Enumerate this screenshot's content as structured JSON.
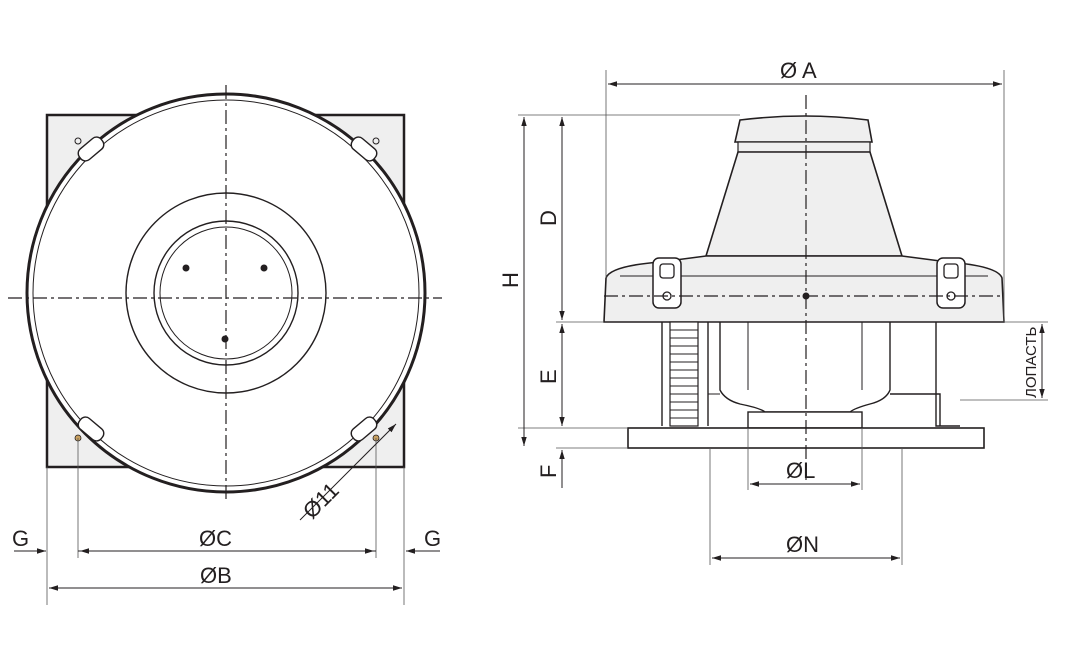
{
  "views": {
    "top": {
      "dims": {
        "c": "ØC",
        "b": "ØB",
        "g_left": "G",
        "g_right": "G",
        "hole": "Ø11"
      }
    },
    "side": {
      "dims": {
        "a": "Ø A",
        "h": "H",
        "d": "D",
        "e": "E",
        "f": "F",
        "l": "ØL",
        "n": "ØN",
        "blade": "ЛОПАСТЬ"
      }
    }
  },
  "colors": {
    "line": "#231f20",
    "plate_fill": "#efefef"
  }
}
